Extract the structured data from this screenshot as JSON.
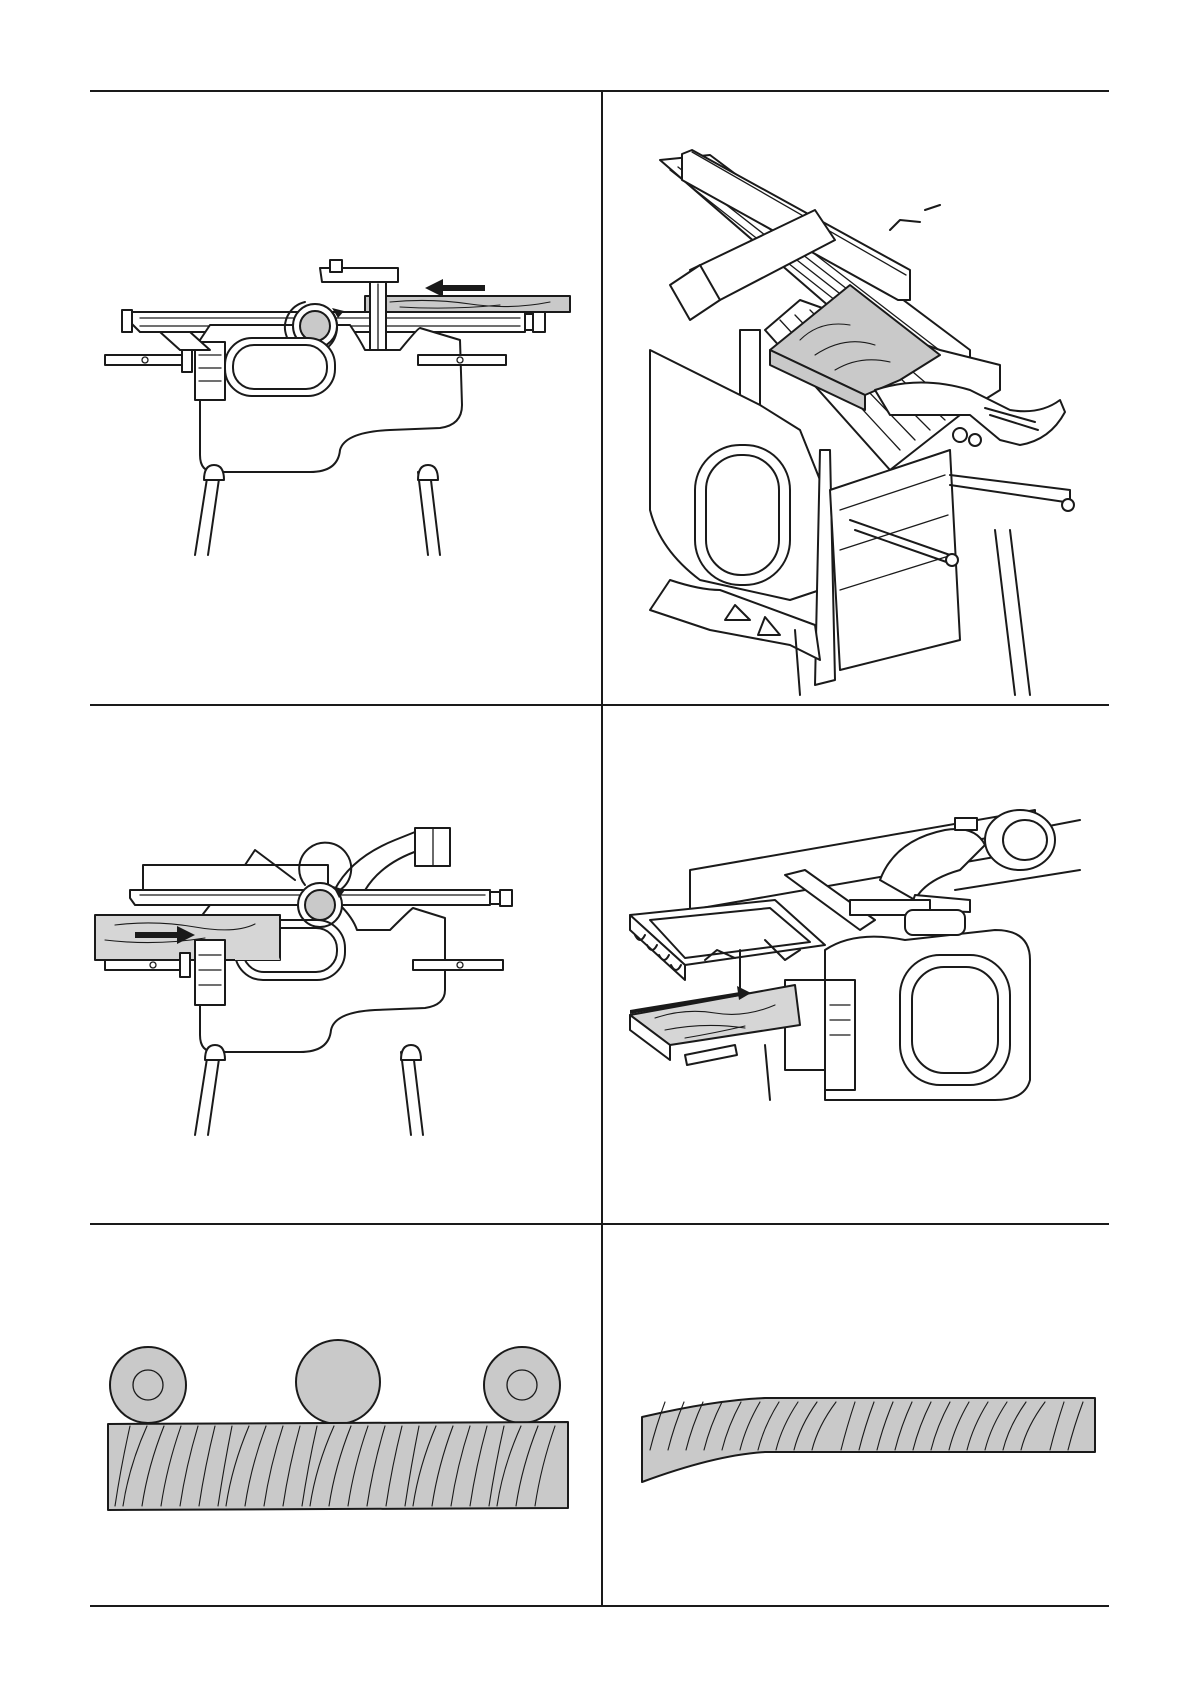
{
  "colors": {
    "line": "#1a1a1a",
    "wood": "#c9c9c9",
    "wood_light": "#d6d6d6",
    "background": "#ffffff"
  },
  "figures": [
    {
      "name": "planer-side-view-feed-from-right",
      "icon": "arrow-left-icon"
    },
    {
      "name": "surface-planer-perspective-with-push-stick"
    },
    {
      "name": "thicknesser-side-view-feed-from-left",
      "icon": "arrow-right-icon"
    },
    {
      "name": "thicknesser-perspective-feed-table"
    },
    {
      "name": "rollers-on-workpiece-diagram"
    },
    {
      "name": "curved-workpiece-diagram"
    }
  ]
}
